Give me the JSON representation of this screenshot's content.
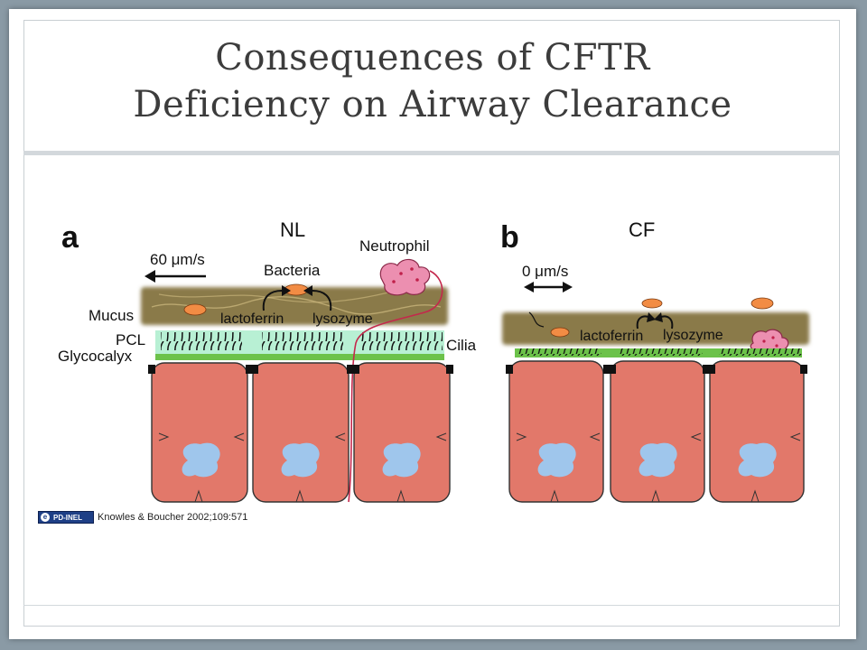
{
  "title": {
    "line1": "Consequences of CFTR",
    "line2": "Deficiency on Airway Clearance"
  },
  "panel_a": {
    "letter": "a",
    "condition": "NL",
    "speed": "60 μm/s",
    "labels": {
      "bacteria": "Bacteria",
      "neutrophil": "Neutrophil",
      "mucus": "Mucus",
      "pcl": "PCL",
      "glycocalyx": "Glycocalyx",
      "cilia": "Cilia",
      "lactoferrin": "lactoferrin",
      "lysozyme": "lysozyme"
    }
  },
  "panel_b": {
    "letter": "b",
    "condition": "CF",
    "speed": "0 μm/s",
    "labels": {
      "lactoferrin": "lactoferrin",
      "lysozyme": "lysozyme"
    }
  },
  "credit": {
    "badge": "PD-INEL",
    "badge_icon": "e",
    "citation": "Knowles & Boucher 2002;109:571"
  },
  "colors": {
    "cell": "#e2786a",
    "cell_outline": "#333333",
    "nucleus": "#9fc6ec",
    "mucus": "#8a7a4a",
    "pcl": "#b8f0d4",
    "glycocalyx": "#6cc24a",
    "bacteria": "#f28c44",
    "neutrophil": "#ec8fb0"
  }
}
